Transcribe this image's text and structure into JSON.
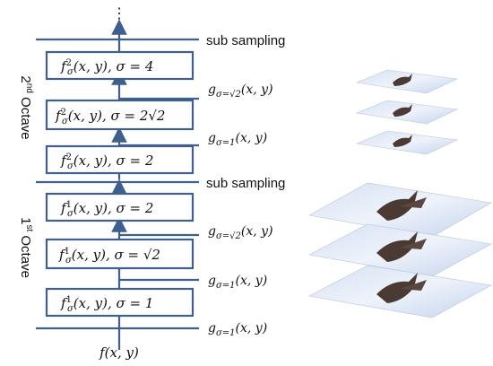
{
  "top_ellipsis": "⋮",
  "octave_labels": {
    "second": {
      "num": "2",
      "sup": "nd",
      "word": " Octave"
    },
    "first": {
      "num": "1",
      "sup": "st",
      "word": " Octave"
    }
  },
  "boxes": [
    {
      "f": "f",
      "sup": "2",
      "sub": "σ",
      "args": "(x, y), σ = 4"
    },
    {
      "f": "f",
      "sup": "2",
      "sub": "σ",
      "args": "(x, y), σ = 2√2"
    },
    {
      "f": "f",
      "sup": "2",
      "sub": "σ",
      "args": "(x, y), σ = 2"
    },
    {
      "f": "f",
      "sup": "1",
      "sub": "σ",
      "args": "(x, y), σ = 2"
    },
    {
      "f": "f",
      "sup": "1",
      "sub": "σ",
      "args": "(x, y), σ = √2"
    },
    {
      "f": "f",
      "sup": "1",
      "sub": "σ",
      "args": "(x, y), σ = 1"
    }
  ],
  "sub_sampling_label": "sub sampling",
  "gaussians": [
    {
      "g": "g",
      "sub": "σ=√2",
      "args": "(x, y)"
    },
    {
      "g": "g",
      "sub": "σ=1",
      "args": "(x, y)"
    },
    {
      "g": "g",
      "sub": "σ=√2",
      "args": "(x, y)"
    },
    {
      "g": "g",
      "sub": "σ=1",
      "args": "(x, y)"
    },
    {
      "g": "g",
      "sub": "σ=1",
      "args": "(x, y)"
    }
  ],
  "input_label": "f(x, y)",
  "colors": {
    "line": "#3f5f8f",
    "sky": "#c9d7ee",
    "bird": "#4a3a33"
  }
}
